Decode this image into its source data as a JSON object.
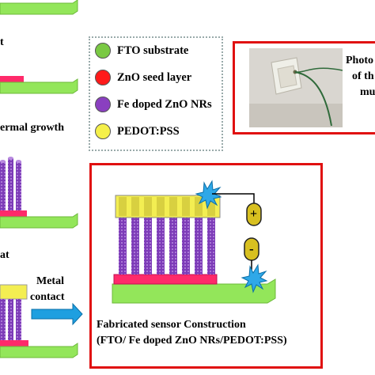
{
  "steps": {
    "step1_fragment": "t",
    "step2_fragment": "ermal growth",
    "step3_fragment": "at",
    "arrow_label_line1": "Metal",
    "arrow_label_line2": "contact"
  },
  "legend": {
    "items": [
      {
        "label": "FTO substrate",
        "color": "#7ac943"
      },
      {
        "label": "ZnO seed layer",
        "color": "#ff1a1a"
      },
      {
        "label": "Fe doped ZnO NRs",
        "color": "#8a3fc0"
      },
      {
        "label": "PEDOT:PSS",
        "color": "#f5f04a"
      }
    ]
  },
  "photo_panel": {
    "text_line1": "Photo",
    "text_line2": "of th",
    "text_line3": "mu"
  },
  "sensor_panel": {
    "caption_line1": "Fabricated sensor Construction",
    "caption_line2": "(FTO/ Fe doped ZnO NRs/PEDOT:PSS)",
    "plus_symbol": "+",
    "minus_symbol": "-"
  },
  "colors": {
    "fto": "#93e65a",
    "seed": "#ff2a6a",
    "nanorod": "#8a3fc0",
    "pedot": "#f3ee52",
    "frame": "#e01010",
    "arrow": "#1e9fe0",
    "terminal": "#d8c020"
  }
}
